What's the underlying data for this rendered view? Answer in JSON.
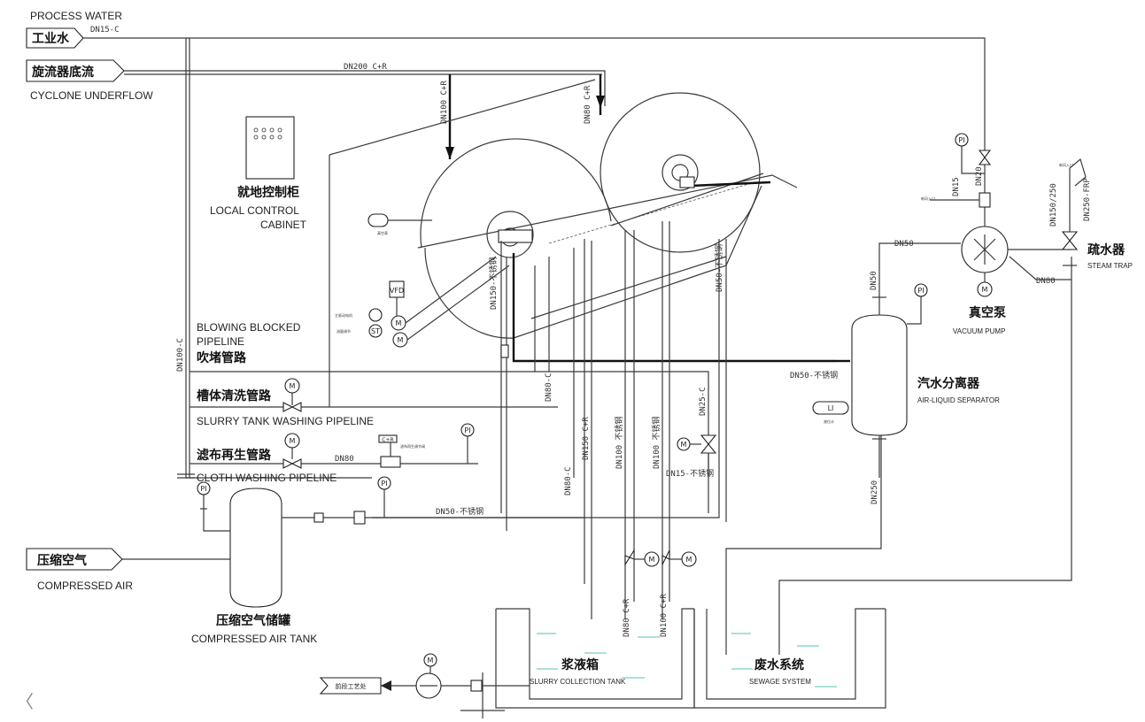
{
  "labels": {
    "process_water_en": "PROCESS WATER",
    "process_water_cn": "工业水",
    "cyclone_underflow_cn": "旋流器底流",
    "cyclone_underflow_en": "CYCLONE UNDERFLOW",
    "local_control_cn": "就地控制柜",
    "local_control_en_1": "LOCAL CONTROL",
    "local_control_en_2": "CABINET",
    "blowing_en_1": "BLOWING BLOCKED",
    "blowing_en_2": "PIPELINE",
    "blowing_cn": "吹堵管路",
    "slurry_wash_cn": "槽体清洗管路",
    "slurry_wash_en": "SLURRY TANK WASHING PIPELINE",
    "cloth_wash_cn": "滤布再生管路",
    "cloth_wash_en": "CLOTH WASHING PIPELINE",
    "compressed_air_cn": "压缩空气",
    "compressed_air_en": "COMPRESSED AIR",
    "air_tank_cn": "压缩空气储罐",
    "air_tank_en": "COMPRESSED AIR TANK",
    "slurry_tank_cn": "浆液箱",
    "slurry_tank_en": "SLURRY COLLECTION TANK",
    "sewage_cn": "废水系统",
    "sewage_en": "SEWAGE SYSTEM",
    "separator_cn": "汽水分离器",
    "separator_en": "AIR-LIQUID SEPARATOR",
    "vacuum_pump_cn": "真空泵",
    "vacuum_pump_en": "VACUUM PUMP",
    "steam_trap_cn": "疏水器",
    "steam_trap_en": "STEAM TRAP",
    "outlet_box": "前段工艺处"
  },
  "pipe_labels": {
    "dn15c": "DN15-C",
    "dn200": "DN200 C+R",
    "dn100_cr": "DN100 C+R",
    "dn80_cr": "DN80 C+R",
    "dn100c": "DN100-C",
    "dn80": "DN80",
    "dn50_main": "DN50-不锈钢",
    "dn50_low": "DN50-不锈钢",
    "dn50_v": "DN50-不锈钢",
    "dn150_v": "DN150-不锈钢",
    "dn80c": "DN80-C",
    "dn150cr": "DN150 C+R",
    "dn100_ss1": "DN100 不锈钢",
    "dn100_ss2": "DN100 不锈钢",
    "dn25c": "DN25-C",
    "dn15ss": "DN15-不锈钢",
    "dn80_cr2": "DN80 C+R",
    "dn100_cr2": "DN100 C+R",
    "dn50_a": "DN50",
    "dn50_b": "DN50",
    "dn250": "DN250",
    "dn15": "DN15",
    "dn20": "DN20",
    "dn80_r": "DN80",
    "dn150_250": "DN150/250",
    "dn250_frp": "DN250-FRP"
  },
  "instruments": {
    "vfd": "VFD",
    "m": "M",
    "pi": "PI",
    "st": "ST",
    "li": "LI",
    "cr": "C+R"
  },
  "tiny_notes": {
    "flow_ctrl": "流量调节",
    "drive_motor": "主驱动电机",
    "wash_pump": "冲洗水泵",
    "vacuum_gauge": "真空表",
    "level_gauge": "液位计",
    "fresh_air": "新风入口",
    "wash_valve": "滤布再生调节阀"
  },
  "colors": {
    "line": "#3a3a3a",
    "water": "#8fd6cf"
  }
}
